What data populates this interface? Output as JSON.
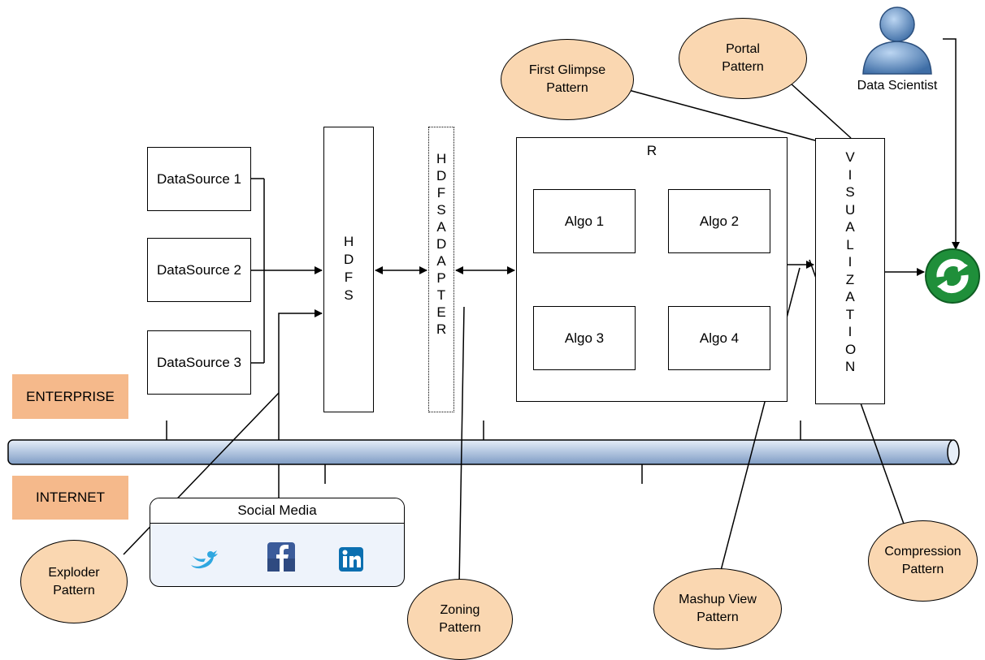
{
  "datasources": [
    "DataSource 1",
    "DataSource 2",
    "DataSource 3"
  ],
  "hdfs": "H D F S",
  "adapter": "H D F S  A D A P T E R",
  "r_box": {
    "title": "R",
    "algos": [
      "Algo 1",
      "Algo 2",
      "Algo 3",
      "Algo 4"
    ]
  },
  "visualization": "V I S U A L I Z A T I O N",
  "zones": {
    "enterprise": "ENTERPRISE",
    "internet": "INTERNET"
  },
  "social_media": {
    "title": "Social Media",
    "icons": [
      "twitter-icon",
      "facebook-icon",
      "linkedin-icon"
    ]
  },
  "actor": {
    "label": "Data Scientist",
    "icon": "person-icon"
  },
  "hub_icon": "recycle-arrows-icon",
  "patterns": {
    "first_glimpse": "First Glimpse\nPattern",
    "portal": "Portal\nPattern",
    "exploder": "Exploder\nPattern",
    "zoning": "Zoning\nPattern",
    "mashup": "Mashup View\nPattern",
    "compression": "Compression\nPattern"
  },
  "colors": {
    "pattern_fill": "#fad7b1",
    "zone_fill": "#f5b98b",
    "bus_fill": "#b7c9e2",
    "panel_fill": "#eef3fb",
    "hub_green": "#1f8f3a"
  }
}
